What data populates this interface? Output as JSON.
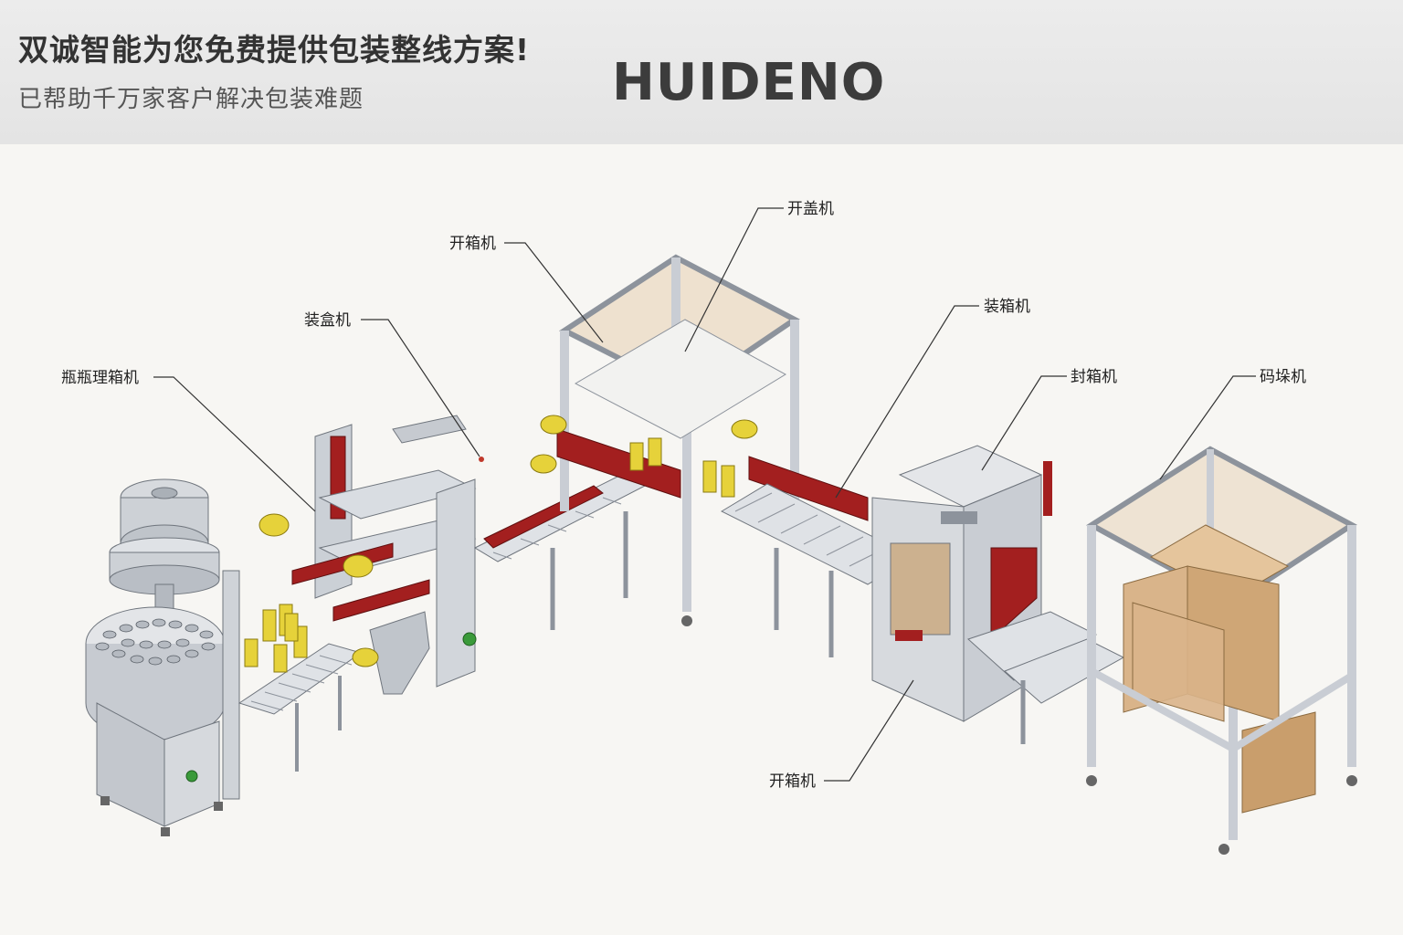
{
  "header": {
    "headline": "双诚智能为您免费提供包装整线方案!",
    "subline": "已帮助千万家客户解决包装难题",
    "brand": "HUIDENO"
  },
  "callouts": {
    "bottle_unscrambler": "瓶瓶理箱机",
    "cartoner": "装盒机",
    "case_erector_top": "开箱机",
    "lid_opener": "开盖机",
    "case_packer": "装箱机",
    "case_sealer": "封箱机",
    "palletizer": "码垛机",
    "case_erector_bottom": "开箱机"
  },
  "colors": {
    "frame": "#c9cdd4",
    "frame_dark": "#8d939c",
    "accent_red": "#a31f1f",
    "motor_yellow": "#e6d23a",
    "panel_wood": "#e8d3b8",
    "carton": "#d9b48a"
  }
}
